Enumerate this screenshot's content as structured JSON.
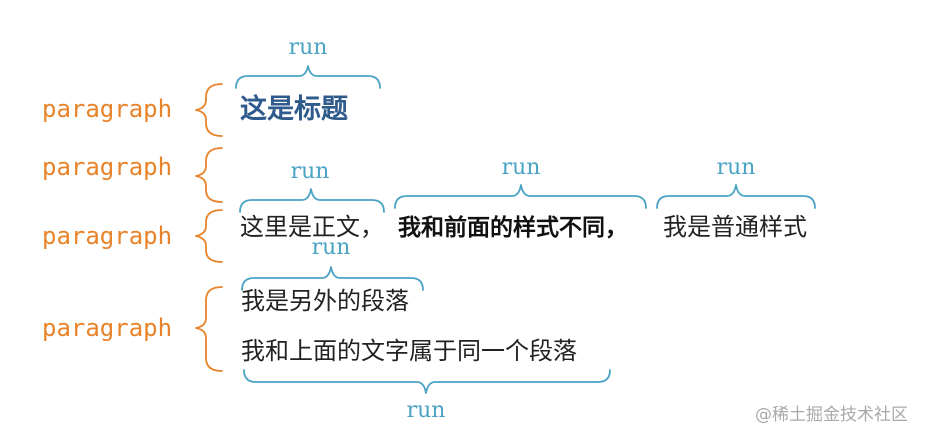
{
  "labels": {
    "paragraph": "paragraph",
    "run": "run"
  },
  "paragraphs": {
    "p1": {
      "title": "这是标题"
    },
    "p3": {
      "run1": "这里是正文，",
      "run2": "我和前面的样式不同，",
      "run3": "我是普通样式"
    },
    "p4": {
      "line1": "我是另外的段落",
      "line2": "我和上面的文字属于同一个段落"
    }
  },
  "watermark": "@稀土掘金技术社区",
  "colors": {
    "paragraph_label": "#e8832a",
    "run_label": "#4aa3c4",
    "title": "#2f5a8c",
    "text": "#222222"
  }
}
